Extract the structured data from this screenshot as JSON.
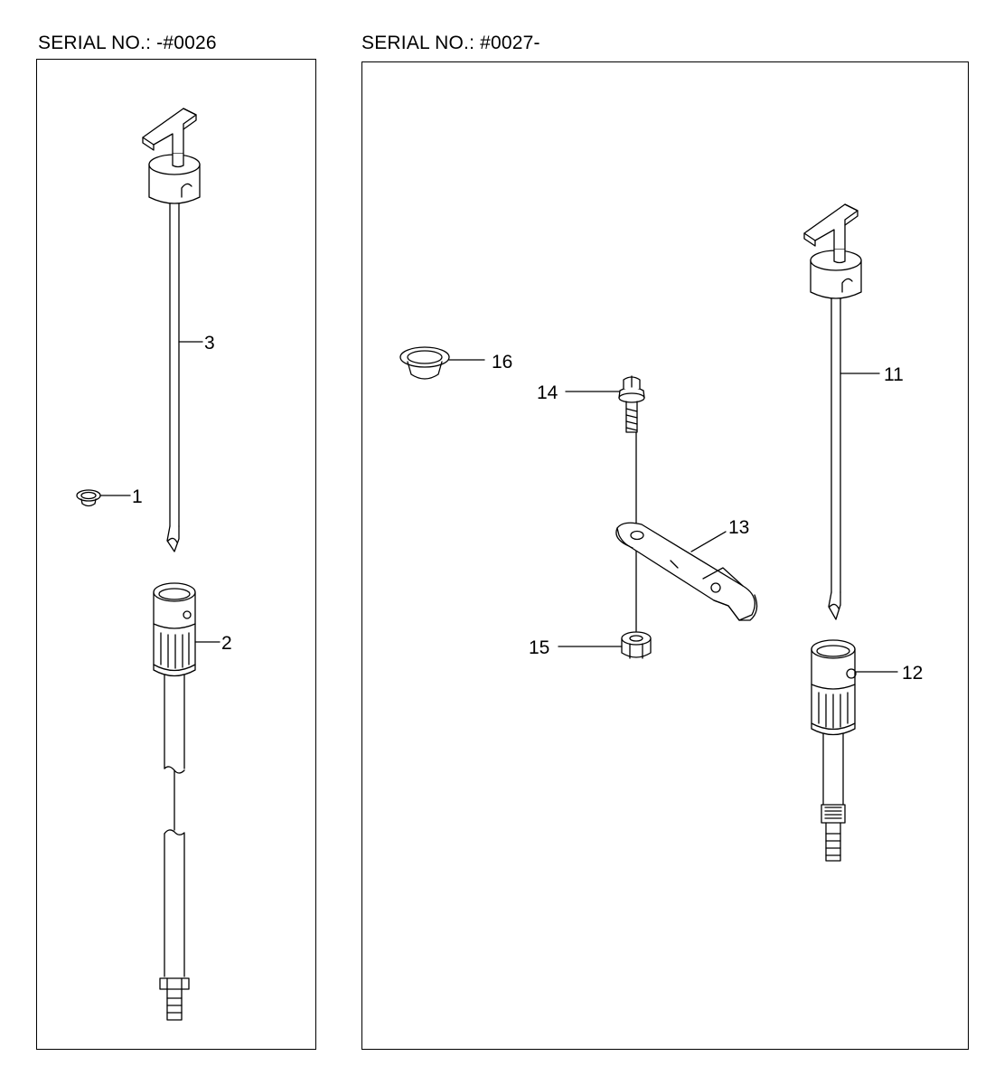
{
  "panels": {
    "left": {
      "serial_label": "SERIAL NO.: -#0026"
    },
    "right": {
      "serial_label": "SERIAL NO.: #0027-"
    }
  },
  "callouts": {
    "c1": "1",
    "c2": "2",
    "c3": "3",
    "c11": "11",
    "c12": "12",
    "c13": "13",
    "c14": "14",
    "c15": "15",
    "c16": "16"
  }
}
